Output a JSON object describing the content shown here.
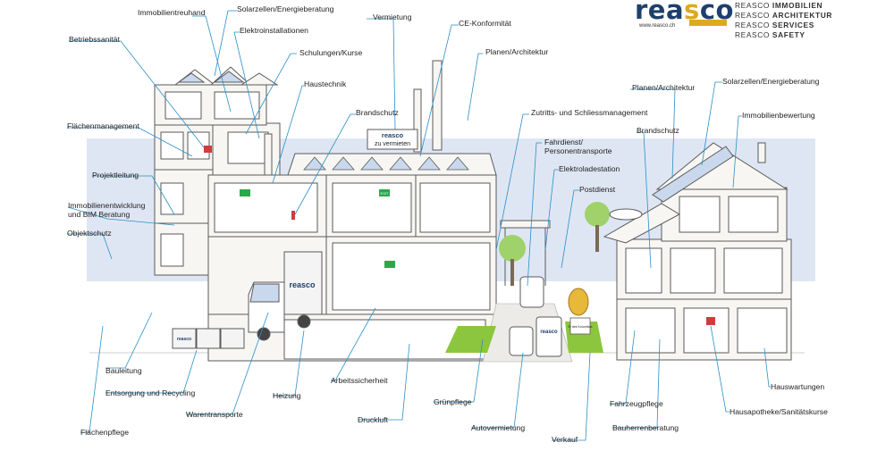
{
  "brand": {
    "logo_text": "reasco",
    "url": "www.reasco.ch",
    "units": [
      {
        "prefix": "REASCO",
        "name": "IMMOBILIEN"
      },
      {
        "prefix": "REASCO",
        "name": "ARCHITEKTUR"
      },
      {
        "prefix": "REASCO",
        "name": "SERVICES"
      },
      {
        "prefix": "REASCO",
        "name": "SAFETY"
      }
    ]
  },
  "scene_signs": {
    "rent_sign_logo": "reasco",
    "rent_sign_text": "zu vermieten",
    "truck_logo": "reasco",
    "container_logo": "reasco",
    "van_logo": "reasco",
    "egg_sign": "Ei des Kolumbus",
    "exit_sign": "EXIT"
  },
  "labels": {
    "immobilientreuhand": "Immobilientreuhand",
    "solar_left": "Solarzellen/Energieberatung",
    "elektro": "Elektroinstallationen",
    "vermietung": "Vermietung",
    "ce": "CE-Konformität",
    "betriebssanitaet": "Betriebssanität",
    "schulungen": "Schulungen/Kurse",
    "planen_top": "Planen/Architektur",
    "haustechnik": "Haustechnik",
    "flaechenmanagement": "Flächenmanagement",
    "brandschutz_left": "Brandschutz",
    "zutritt": "Zutritts- und Schliessmanagement",
    "planen_right": "Planen/Architektur",
    "solar_right": "Solarzellen/Energieberatung",
    "immobilienbewertung": "Immobilienbewertung",
    "fahrdienst": "Fahrdienst/\nPersonentransporte",
    "brandschutz_right": "Brandschutz",
    "projektleitung": "Projektleitung",
    "elektroladestation": "Elektroladestation",
    "postdienst": "Postdienst",
    "bim": "Immobilienentwicklung\nund BIM Beratung",
    "objektschutz": "Objektschutz",
    "bauleitung": "Bauleitung",
    "arbeitssicherheit": "Arbeitssicherheit",
    "gruenpflege": "Grünpflege",
    "hauswartungen": "Hauswartungen",
    "entsorgung": "Entsorgung und Recycling",
    "heizung": "Heizung",
    "druckluft": "Druckluft",
    "fahrzeugpflege": "Fahrzeugpflege",
    "hausapotheke": "Hausapotheke/Sanitätskurse",
    "warentransporte": "Warentransporte",
    "autovermietung": "Autovermietung",
    "bauherrenberatung": "Bauherrenberatung",
    "flaechenpflege": "Flächenpflege",
    "verkauf": "Verkauf"
  },
  "colors": {
    "leader": "#2a8fc8",
    "brand_blue": "#1f3f6b",
    "brand_gold": "#e0a820",
    "sky": "#dfe6f3",
    "lawn": "#8cc63f",
    "wall": "#f7f6f3",
    "line": "#5a5a5a",
    "sign_green": "#2aa84a",
    "sign_red": "#d23b3b",
    "egg": "#e8b83a"
  }
}
